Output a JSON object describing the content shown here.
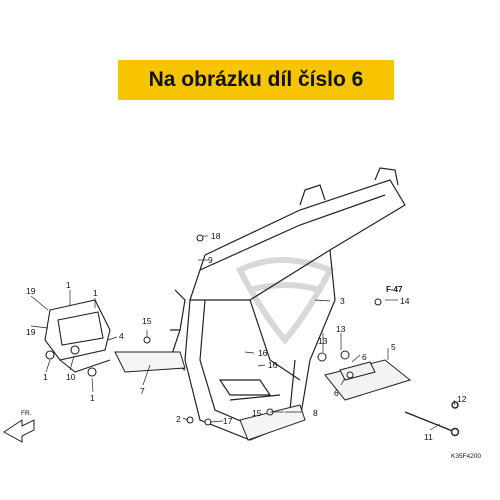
{
  "banner": {
    "text": "Na obrázku díl číslo 6"
  },
  "callouts": {
    "c1a": "1",
    "c1b": "1",
    "c1c": "1",
    "c1d": "1",
    "c2": "2",
    "c3": "3",
    "c4": "4",
    "c5": "5",
    "c6a": "6",
    "c6b": "6",
    "c7": "7",
    "c8": "8",
    "c9": "9",
    "c10": "10",
    "c11": "11",
    "c12": "12",
    "c13a": "13",
    "c13b": "13",
    "c14": "14",
    "c15a": "15",
    "c15b": "15",
    "c16a": "16",
    "c16b": "16",
    "c17": "17",
    "c18": "18",
    "c19a": "19",
    "c19b": "19"
  },
  "ref_label": "F-47",
  "front_label": "FR.",
  "diagram_code": "K35F4200",
  "colors": {
    "banner_bg": "#f6c400",
    "line": "#222222",
    "watermark": "#d8d8d8"
  },
  "icons": {
    "front_arrow": "front-arrow-icon",
    "watermark": "honda-wing-watermark"
  }
}
